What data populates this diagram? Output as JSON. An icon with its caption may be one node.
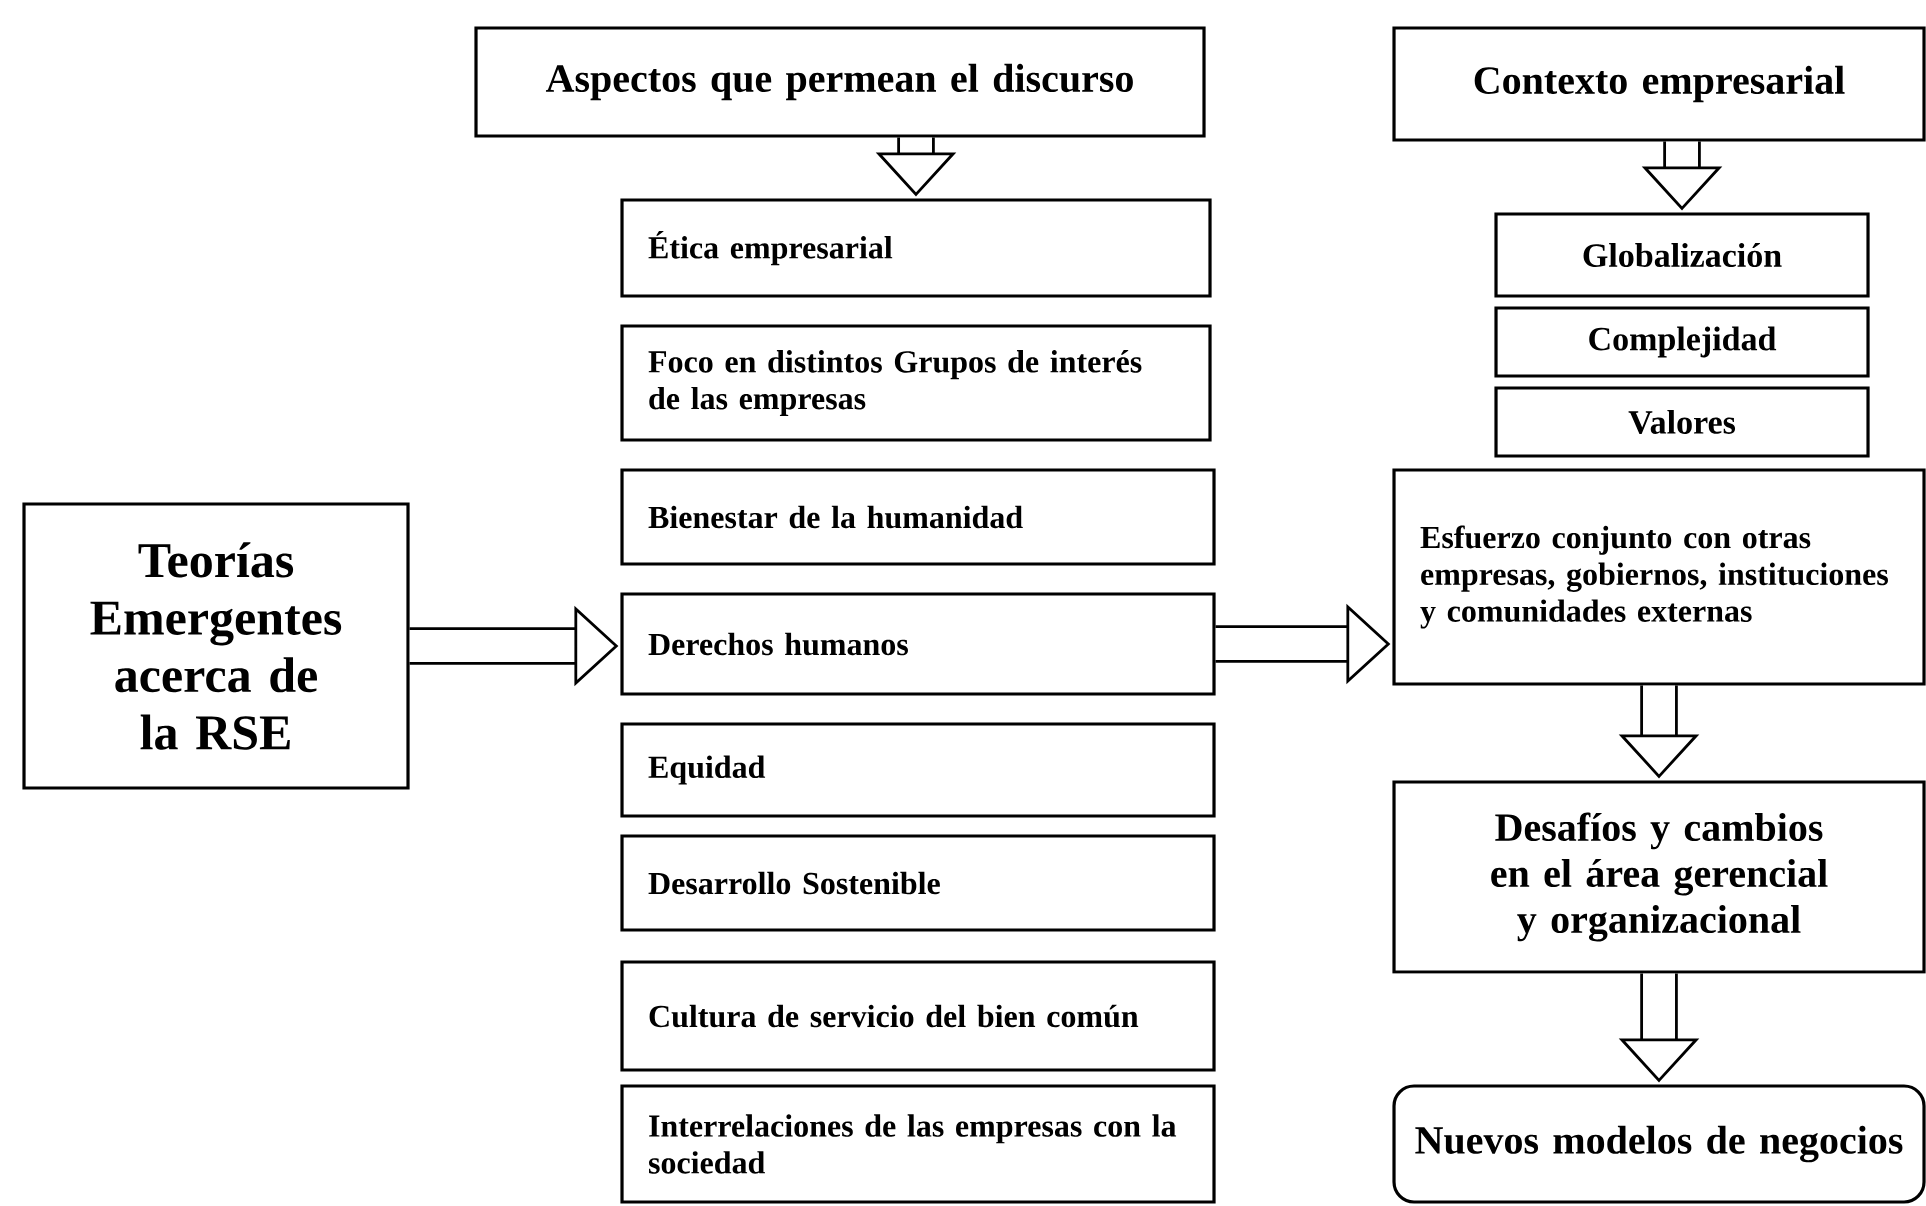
{
  "diagram": {
    "nodes": [
      {
        "text": [
          "Aspectos que permean el discurso"
        ]
      },
      {
        "text": [
          "Ética empresarial"
        ]
      },
      {
        "text": [
          "Foco en distintos Grupos de interés de las empresas"
        ]
      },
      {
        "text": [
          "Bienestar de la humanidad"
        ]
      },
      {
        "text": [
          "Derechos humanos"
        ]
      },
      {
        "text": [
          "Equidad"
        ]
      },
      {
        "text": [
          "Desarrollo Sostenible"
        ]
      },
      {
        "text": [
          "Cultura de servicio del bien común"
        ]
      },
      {
        "text": [
          "Interrelaciones de las empresas con la sociedad"
        ]
      },
      {
        "text": [
          "Contexto empresarial"
        ]
      },
      {
        "text": [
          "Globalización"
        ]
      },
      {
        "text": [
          "Complejidad"
        ]
      },
      {
        "text": [
          "Valores"
        ]
      },
      {
        "text": [
          "Esfuerzo conjunto con otras empresas, gobiernos, instituciones y comunidades externas"
        ]
      },
      {
        "text": [
          "Desafíos y cambios en el área gerencial y organizacional"
        ]
      },
      {
        "text": [
          "Nuevos modelos de negocios"
        ]
      },
      {
        "text": [
          "Teorías Emergentes acerca de la RSE"
        ]
      }
    ],
    "edges": [
      {
        "from": 0,
        "to": 1,
        "arrow": "to"
      },
      {
        "from": 16,
        "to": 4,
        "arrow": "to"
      },
      {
        "from": 4,
        "to": 13,
        "arrow": "to"
      },
      {
        "from": 9,
        "to": 10,
        "arrow": "to"
      },
      {
        "from": 13,
        "to": 14,
        "arrow": "to"
      },
      {
        "from": 14,
        "to": 15,
        "arrow": "to"
      }
    ]
  }
}
